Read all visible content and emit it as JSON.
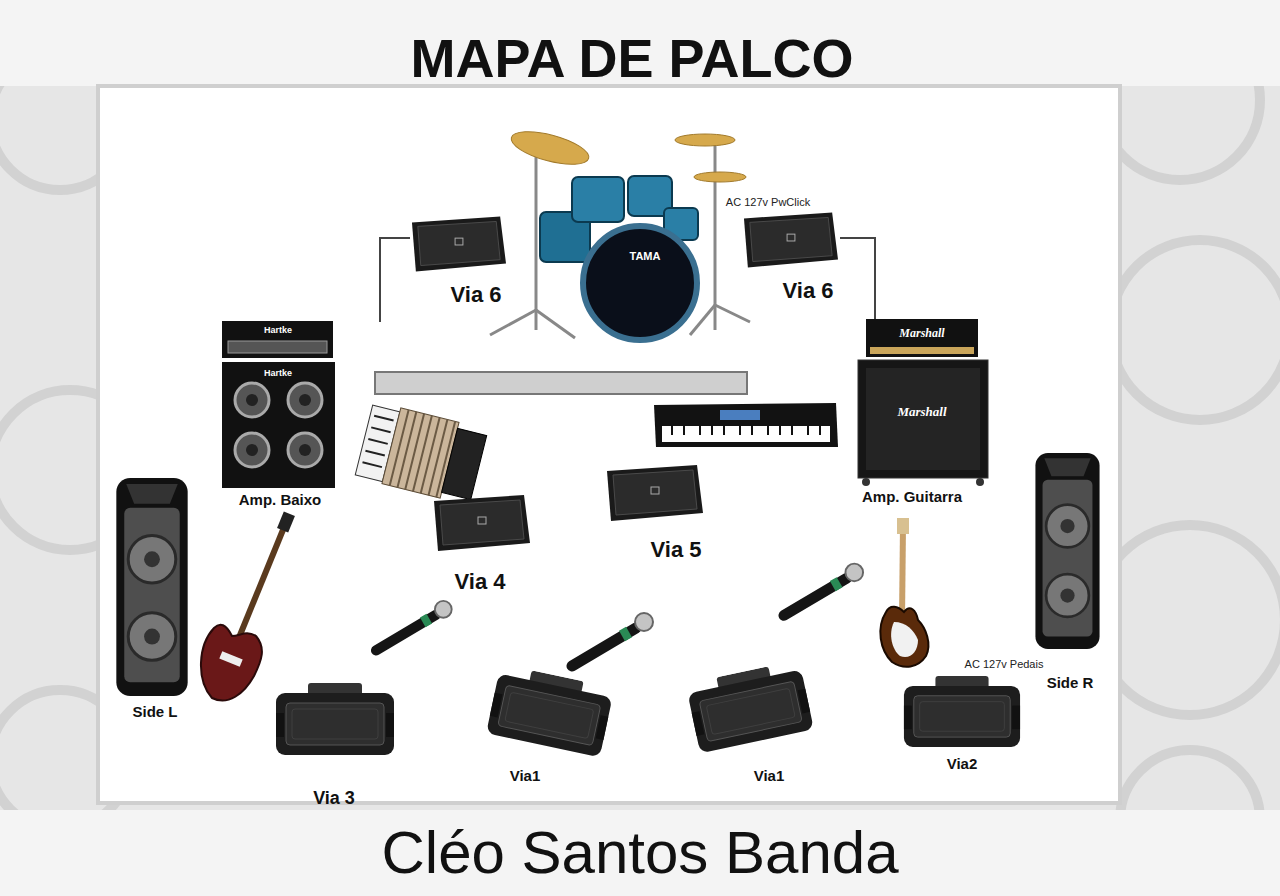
{
  "diagram": {
    "title": "MAPA DE PALCO",
    "caption": "Cléo Santos Banda",
    "labels": [
      "AC 127v PwClick",
      "TAMA",
      "Via 6",
      "Via 6",
      "Hartke",
      "Hartke",
      "Marshall",
      "Marshall",
      "Amp. Baixo",
      "Amp. Guitarra",
      "Via 5",
      "Via 4",
      "AC 127v Pedais",
      "Side R",
      "Side L",
      "Via2",
      "Via1",
      "Via1",
      "Via 3"
    ]
  }
}
